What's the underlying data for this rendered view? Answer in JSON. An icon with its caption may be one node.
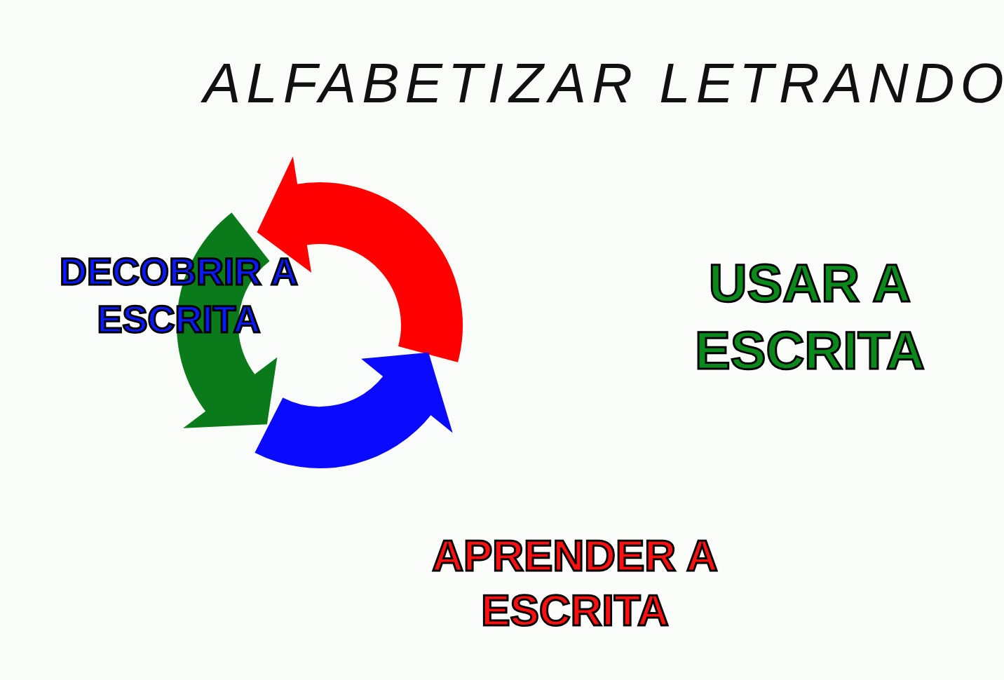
{
  "diagram": {
    "title": "ALFABETIZAR LETRANDO",
    "labels": [
      "DECOBRIR A ESCRITA",
      "USAR A ESCRITA",
      "APRENDER A ESCRITA"
    ]
  }
}
